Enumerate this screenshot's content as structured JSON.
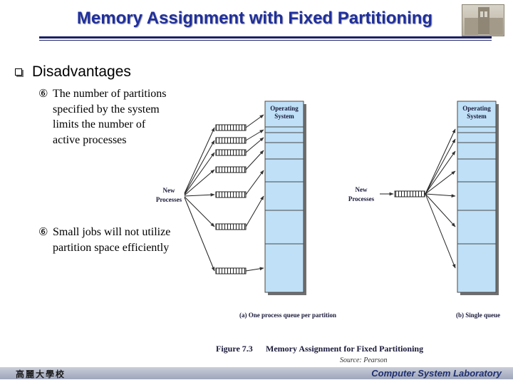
{
  "slide": {
    "title": "Memory Assignment with Fixed Partitioning",
    "heading": "Disadvantages",
    "points": [
      {
        "mark": "⑥",
        "lines": [
          "The number of partitions",
          "specified by the system",
          "limits the number of",
          "active processes"
        ]
      },
      {
        "mark": "⑥",
        "lines": [
          "Small jobs will not utilize",
          "partition space efficiently"
        ]
      }
    ],
    "source": "Source: Pearson"
  },
  "figure": {
    "left_panel": {
      "os_label": [
        "Operating",
        "System"
      ],
      "new_processes": [
        "New",
        "Processes"
      ],
      "caption": "(a) One process queue per partition"
    },
    "right_panel": {
      "os_label": [
        "Operating",
        "System"
      ],
      "new_processes": [
        "New",
        "Processes"
      ],
      "caption": "(b) Single queue"
    },
    "caption": {
      "number": "Figure 7.3",
      "text": "Memory Assignment for Fixed Partitioning"
    },
    "colors": {
      "memory_fill": "#bfe0f7",
      "memory_border": "#4a4a4a"
    }
  },
  "footer": {
    "left": "高麗大學校",
    "right": "Computer System Laboratory"
  }
}
